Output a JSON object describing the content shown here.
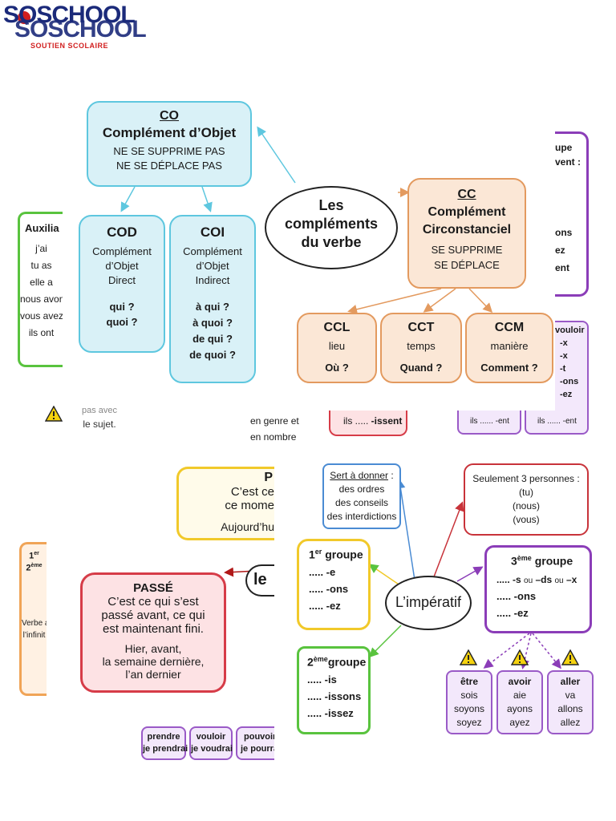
{
  "logo": {
    "brand_a": "SOSCHOOL",
    "brand_b": "SOSCHOOL",
    "tagline": "SOUTIEN SCOLAIRE"
  },
  "top": {
    "co": {
      "abbr": "CO",
      "title": "Complément d’Objet",
      "l1": "NE SE SUPPRIME PAS",
      "l2": "NE SE DÉPLACE PAS"
    },
    "cod": {
      "abbr": "COD",
      "l1": "Complément",
      "l2": "d’Objet",
      "l3": "Direct",
      "q1": "qui ?",
      "q2": "quoi ?"
    },
    "coi": {
      "abbr": "COI",
      "l1": "Complément",
      "l2": "d’Objet",
      "l3": "Indirect",
      "q1": "à qui ?",
      "q2": "à quoi ?",
      "q3": "de qui ?",
      "q4": "de quoi ?"
    },
    "center": {
      "l1": "Les",
      "l2": "compléments",
      "l3": "du verbe"
    },
    "cc": {
      "abbr": "CC",
      "l1": "Complément",
      "l2": "Circonstanciel",
      "l3": "SE SUPPRIME",
      "l4": "SE DÉPLACE"
    },
    "ccl": {
      "abbr": "CCL",
      "word": "lieu",
      "q": "Où ?"
    },
    "cct": {
      "abbr": "CCT",
      "word": "temps",
      "q": "Quand ?"
    },
    "ccm": {
      "abbr": "CCM",
      "word": "manière",
      "q": "Comment ?"
    }
  },
  "left_partial": {
    "title": "Auxilia",
    "rows": [
      "j’ai",
      "tu as",
      "elle a",
      "nous avon",
      "vous avez",
      "ils ont"
    ]
  },
  "right_partial": {
    "l1": "upe",
    "l2": "vent :",
    "l3": "ons",
    "l4": "ez",
    "l5": "ent"
  },
  "vouloir_partial": {
    "title": "vouloir",
    "rows": [
      "-x",
      "-x",
      "-t",
      "-ons",
      "-ez"
    ]
  },
  "mid_fragments": {
    "sujet1": "pas avec",
    "sujet2": "le sujet.",
    "genre1": "en genre et",
    "genre2": "en nombre",
    "issent_ils": "ils ..... ",
    "issent_end": "-issent",
    "ent1": "ils ...... -ent",
    "ent2": "ils ...... -ent"
  },
  "tenses": {
    "present_partial": {
      "title": "P",
      "l1": "C’est ce",
      "l2": "ce mome",
      "l3": "Aujourd’hu"
    },
    "group_partial": {
      "g1": "1",
      "g1sup": "er",
      "g2": "2",
      "g2sup": "ème",
      "v1": "Verbe a",
      "v2": "l’infinit"
    },
    "center_partial": "le",
    "passe": {
      "title": "PASSÉ",
      "l1": "C’est ce qui s’est",
      "l2": "passé avant, ce qui",
      "l3": "est maintenant fini.",
      "l4": "Hier, avant,",
      "l5": "la semaine dernière,",
      "l6": "l’an dernier"
    },
    "futur_verbs": [
      {
        "inf": "prendre",
        "fut": "je prendrai"
      },
      {
        "inf": "vouloir",
        "fut": "je voudrai"
      },
      {
        "inf": "pouvoir",
        "fut": "je pourrai"
      }
    ]
  },
  "imperatif": {
    "center": "L’impératif",
    "sert": {
      "title": "Sert à donner",
      "colon": " :",
      "l1": "des ordres",
      "l2": "des conseils",
      "l3": "des interdictions"
    },
    "seul": {
      "l1": "Seulement 3 personnes :",
      "l2": "(tu)",
      "l3": "(nous)",
      "l4": "(vous)"
    },
    "g1": {
      "num": "1",
      "sup": "er",
      "word": " groupe",
      "e1": "..... -e",
      "e2": "..... -ons",
      "e3": "..... -ez"
    },
    "g2": {
      "num": "2",
      "sup": "ème",
      "word": "groupe",
      "e1": "..... -is",
      "e2": "..... -issons",
      "e3": "..... -issez"
    },
    "g3": {
      "num": "3",
      "sup": "ème",
      "word": " groupe",
      "e1a": "..... -s ",
      "ou1": "ou",
      "e1b": " –ds ",
      "ou2": "ou",
      "e1c": " –x",
      "e2": "..... -ons",
      "e3": "..... -ez"
    },
    "etre": {
      "title": "être",
      "l1": "sois",
      "l2": "soyons",
      "l3": "soyez"
    },
    "avoir": {
      "title": "avoir",
      "l1": "aie",
      "l2": "ayons",
      "l3": "ayez"
    },
    "aller": {
      "title": "aller",
      "l1": "va",
      "l2": "allons",
      "l3": "allez"
    }
  },
  "colors": {
    "cyan": "#5ec7df",
    "orange": "#e39a5f",
    "green": "#59c33e",
    "purple": "#8b3db8",
    "red": "#c8333a",
    "yellow": "#f1c92a"
  }
}
